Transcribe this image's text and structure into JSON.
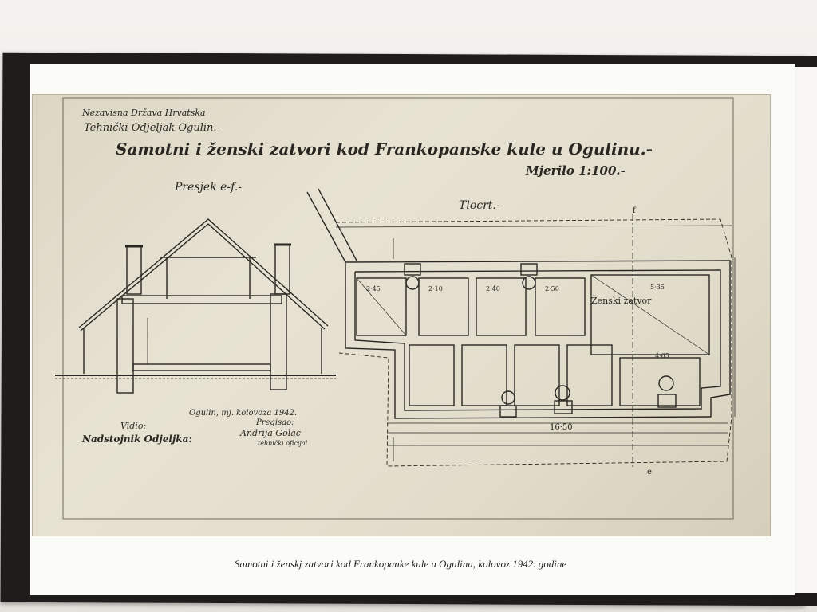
{
  "drawing": {
    "header_line1": "Nezavisna Država Hrvatska",
    "header_line2": "Tehnički Odjeljak Ogulin.-",
    "title": "Samotni i ženski zatvori kod Frankopanske kule u Ogulinu.-",
    "scale": "Mjerilo 1:100.-",
    "section_label": "Presjek e-f.-",
    "plan_label": "Tlocrt.-",
    "room_label": "Ženski zatvor",
    "place_date": "Ogulin, mj. kolovoza 1942.",
    "seen": "Vidio:",
    "chief": "Nadstojnik Odjeljka:",
    "checked": "Pregisao:",
    "signature_name": "Andrija Golac",
    "signature_title": "tehnički oficijal",
    "dim_total": "16·50",
    "dim_1": "2·45",
    "dim_2": "2·10",
    "dim_3": "2·40",
    "dim_4": "2·50",
    "dim_5": "5·35",
    "dim_6": "4·65",
    "marker_f": "f",
    "marker_e": "e"
  },
  "caption": "Samotni i ženskj zatvori kod Frankopanke kule u Ogulinu, kolovoz 1942. godine",
  "colors": {
    "ink": "#2a2722",
    "paper": "#e2dccb",
    "frame": "#1e1d1b"
  }
}
